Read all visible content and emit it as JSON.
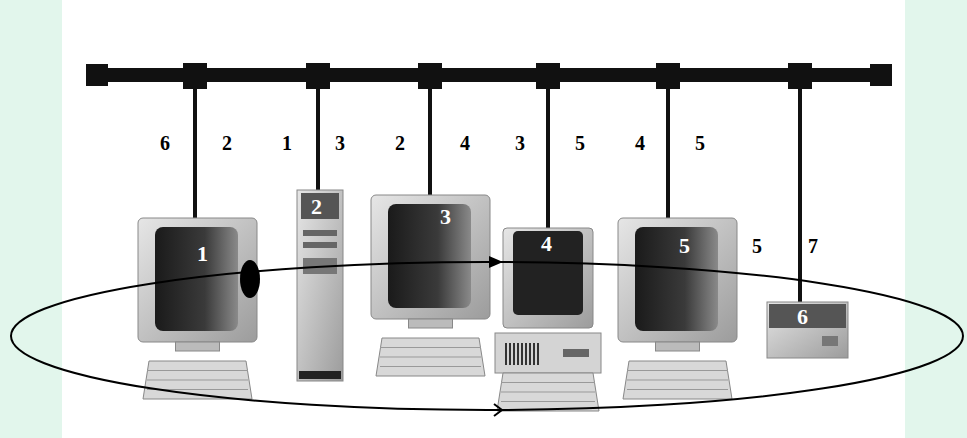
{
  "diagram": {
    "nodes": [
      {
        "text": [
          "1"
        ]
      },
      {
        "text": [
          "2"
        ]
      },
      {
        "text": [
          "3"
        ]
      },
      {
        "text": [
          "4"
        ]
      },
      {
        "text": [
          "5"
        ]
      },
      {
        "text": [
          "6"
        ]
      }
    ],
    "labels": [
      "6",
      "2",
      "1",
      "3",
      "2",
      "4",
      "3",
      "5",
      "4",
      "5",
      "5",
      "7"
    ]
  }
}
